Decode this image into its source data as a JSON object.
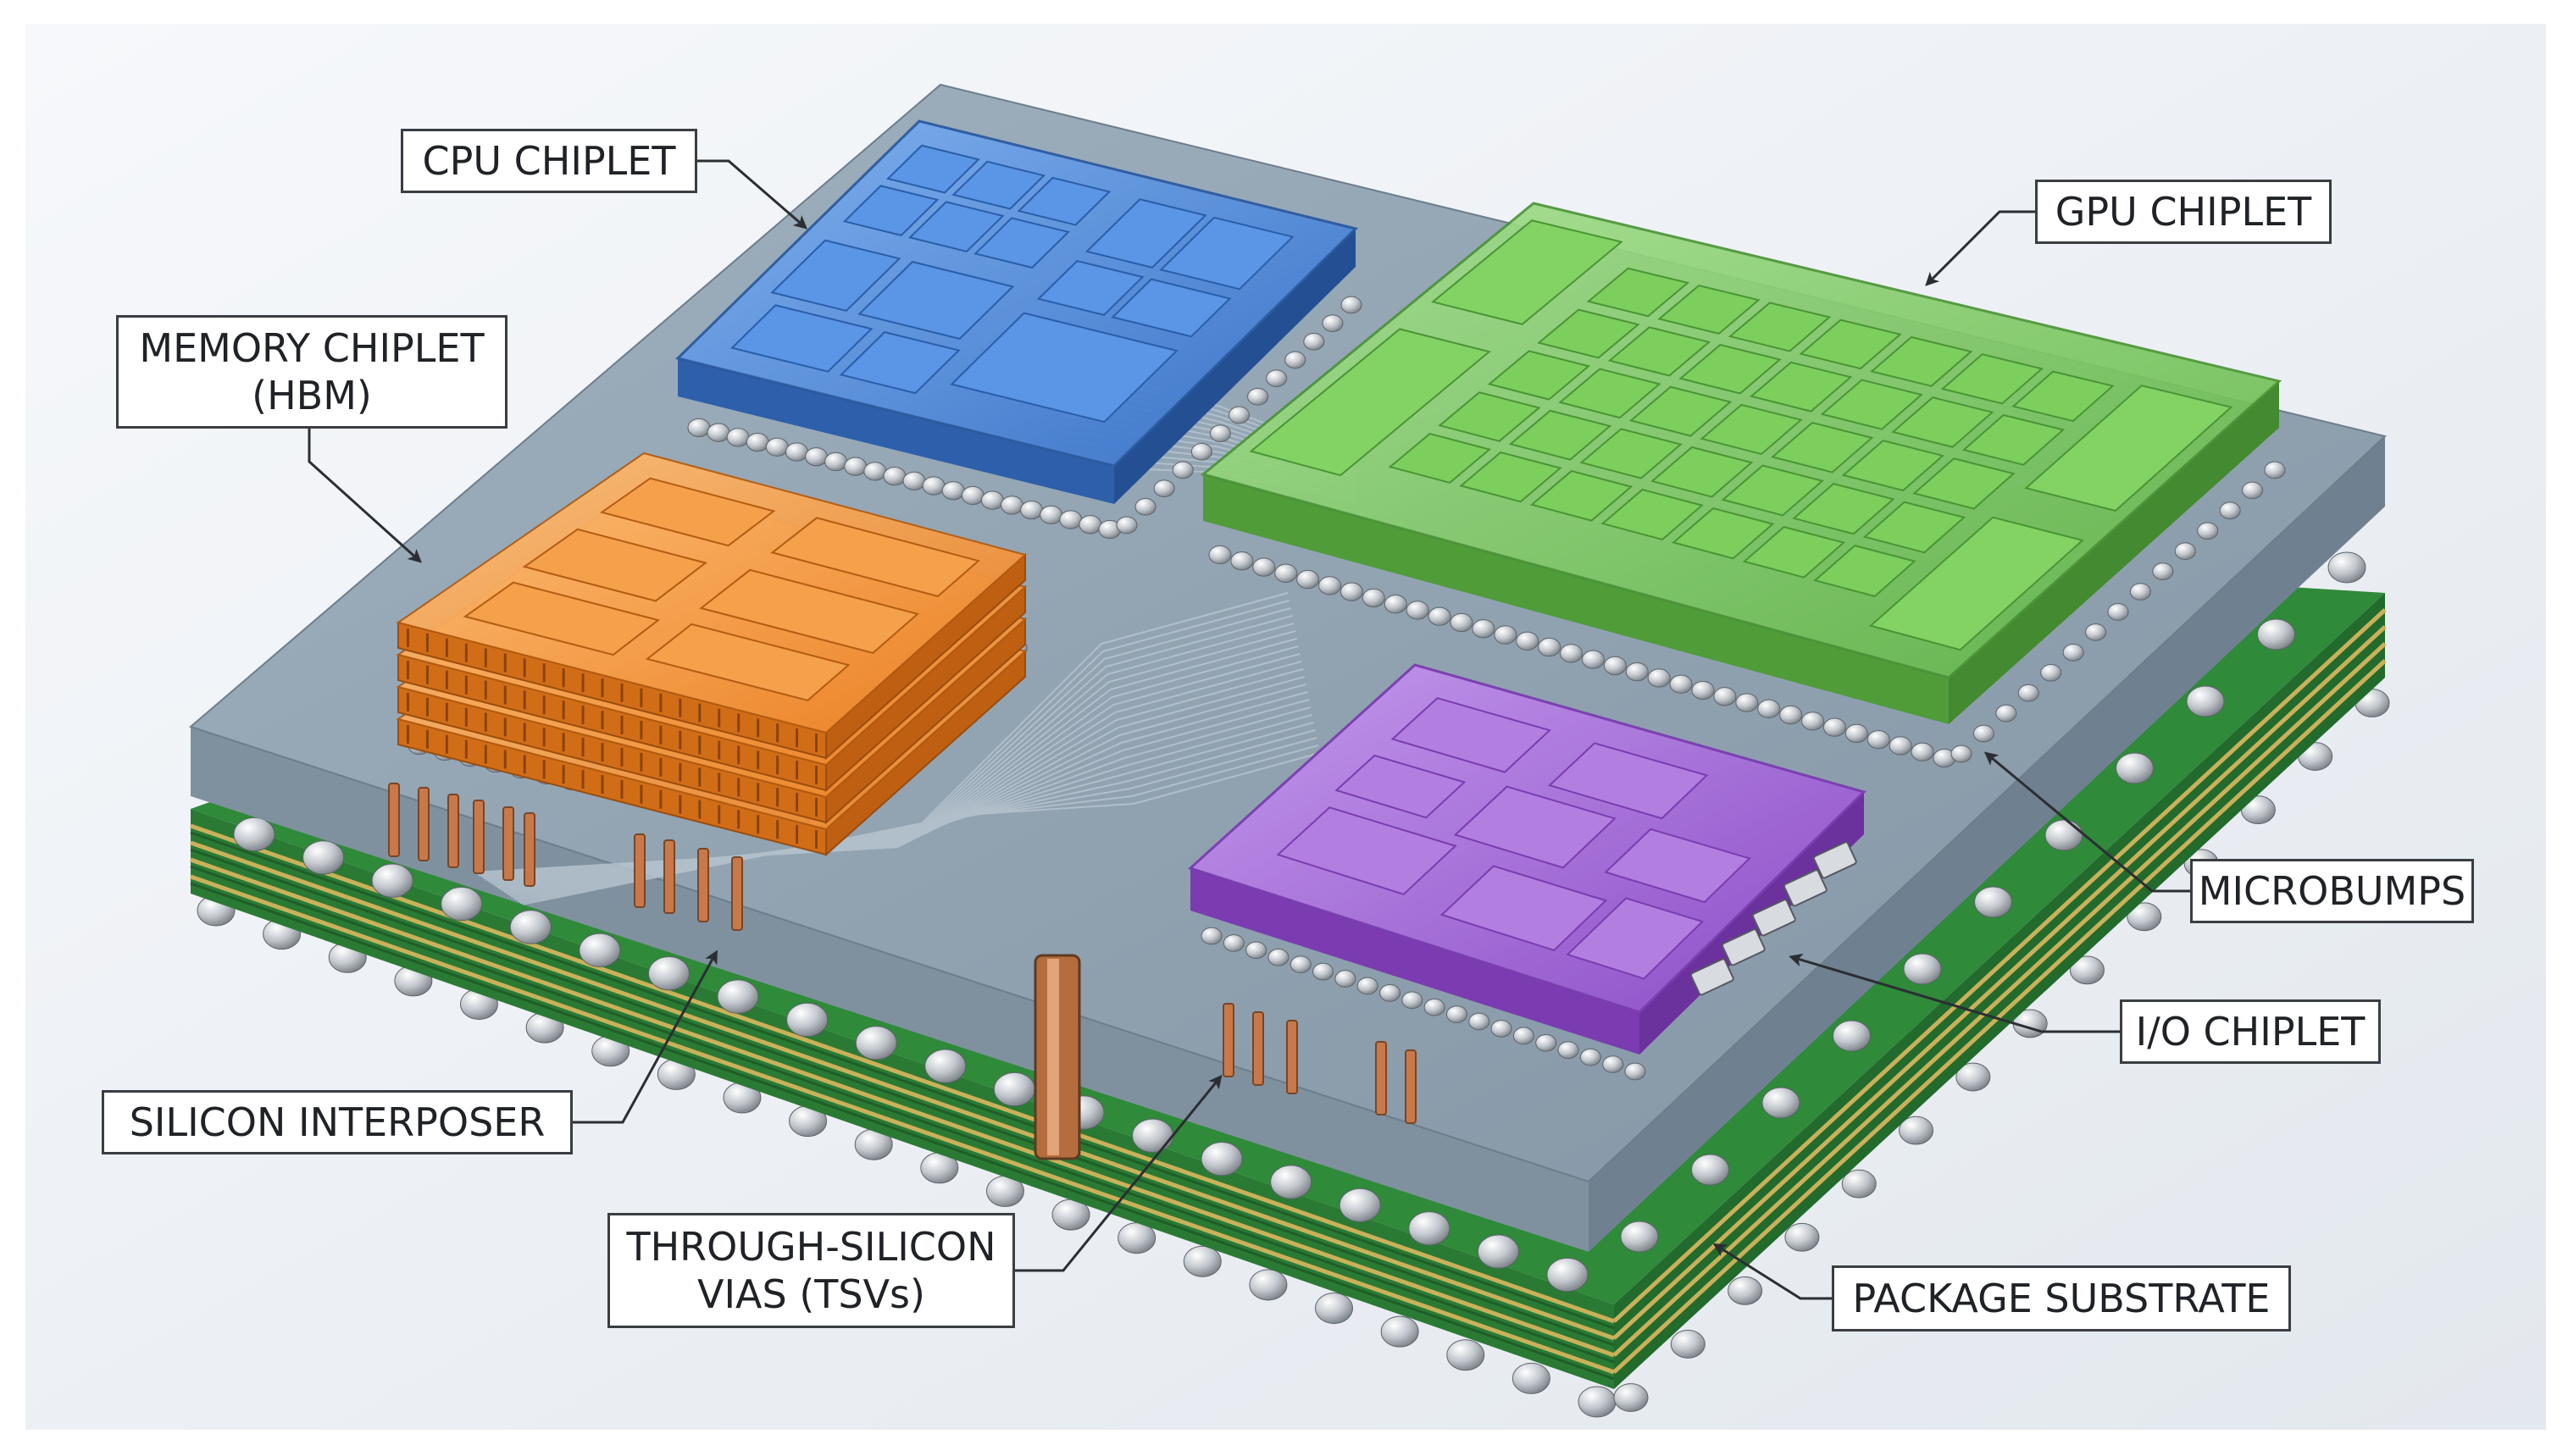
{
  "diagram": {
    "labels": {
      "cpu": "CPU CHIPLET",
      "gpu": "GPU CHIPLET",
      "memory_line1": "MEMORY CHIPLET",
      "memory_line2": "(HBM)",
      "microbumps": "MICROBUMPS",
      "io": "I/O CHIPLET",
      "interposer": "SILICON INTERPOSER",
      "tsv_line1": "THROUGH-SILICON",
      "tsv_line2": "VIAS (TSVs)",
      "substrate": "PACKAGE SUBSTRATE"
    },
    "colors": {
      "background": "#eef2f6",
      "interposer_top": "#8fa0ae",
      "interposer_side": "#7a8c9a",
      "substrate_green": "#2f8a3a",
      "substrate_layer": "#c9b15a",
      "cpu_blue": "#3f7fd6",
      "gpu_green": "#6cc24f",
      "memory_orange": "#ef8a2e",
      "io_purple": "#9b5ad1",
      "tsv_copper": "#c8794a",
      "bump_silver": "#c7ccd2"
    }
  }
}
